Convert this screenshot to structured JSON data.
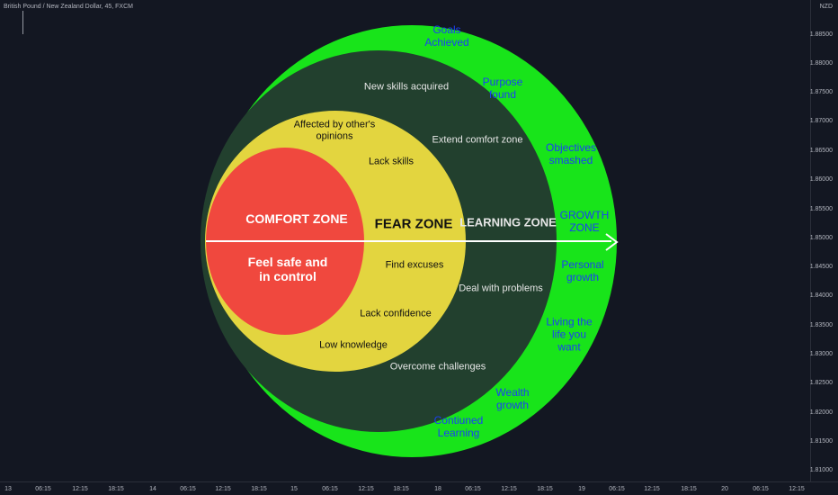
{
  "header": {
    "symbol_title": "British Pound / New Zealand Dollar, 45, FXCM"
  },
  "price_axis": {
    "currency": "NZD",
    "labels": [
      "1.88500",
      "1.88000",
      "1.87500",
      "1.87000",
      "1.86500",
      "1.86000",
      "1.85500",
      "1.85000",
      "1.84500",
      "1.84000",
      "1.83500",
      "1.83000",
      "1.82500",
      "1.82000",
      "1.81500",
      "1.81000"
    ]
  },
  "time_axis": {
    "labels": [
      "13",
      "06:15",
      "12:15",
      "18:15",
      "14",
      "06:15",
      "12:15",
      "18:15",
      "15",
      "06:15",
      "12:15",
      "18:15",
      "18",
      "06:15",
      "12:15",
      "18:15",
      "19",
      "06:15",
      "12:15",
      "18:15",
      "20",
      "06:15",
      "12:15"
    ]
  },
  "colors": {
    "background": "#131722",
    "growth_zone": "#18e41a",
    "learning_zone": "#22402e",
    "fear_zone": "#e3d53f",
    "comfort_zone": "#f0483e",
    "growth_text": "#1b3ff5",
    "arrow": "#ffffff"
  },
  "zones": {
    "growth": {
      "title": "GROWTH\nZONE",
      "items": [
        "Goals\nAchieved",
        "Purpose\nfound",
        "Objectives\nsmashed",
        "Personal\ngrowth",
        "Living the\nlife you\nwant",
        "Wealth\ngrowth",
        "Contiuned\nLearning"
      ]
    },
    "learning": {
      "title": "LEARNING ZONE",
      "items": [
        "New skills acquired",
        "Extend comfort zone",
        "Deal with problems",
        "Overcome challenges"
      ]
    },
    "fear": {
      "title": "FEAR ZONE",
      "items": [
        "Affected by other's\nopinions",
        "Lack skills",
        "Find excuses",
        "Lack confidence",
        "Low knowledge"
      ]
    },
    "comfort": {
      "title": "COMFORT ZONE",
      "subtitle": "Feel safe and\nin control"
    }
  }
}
